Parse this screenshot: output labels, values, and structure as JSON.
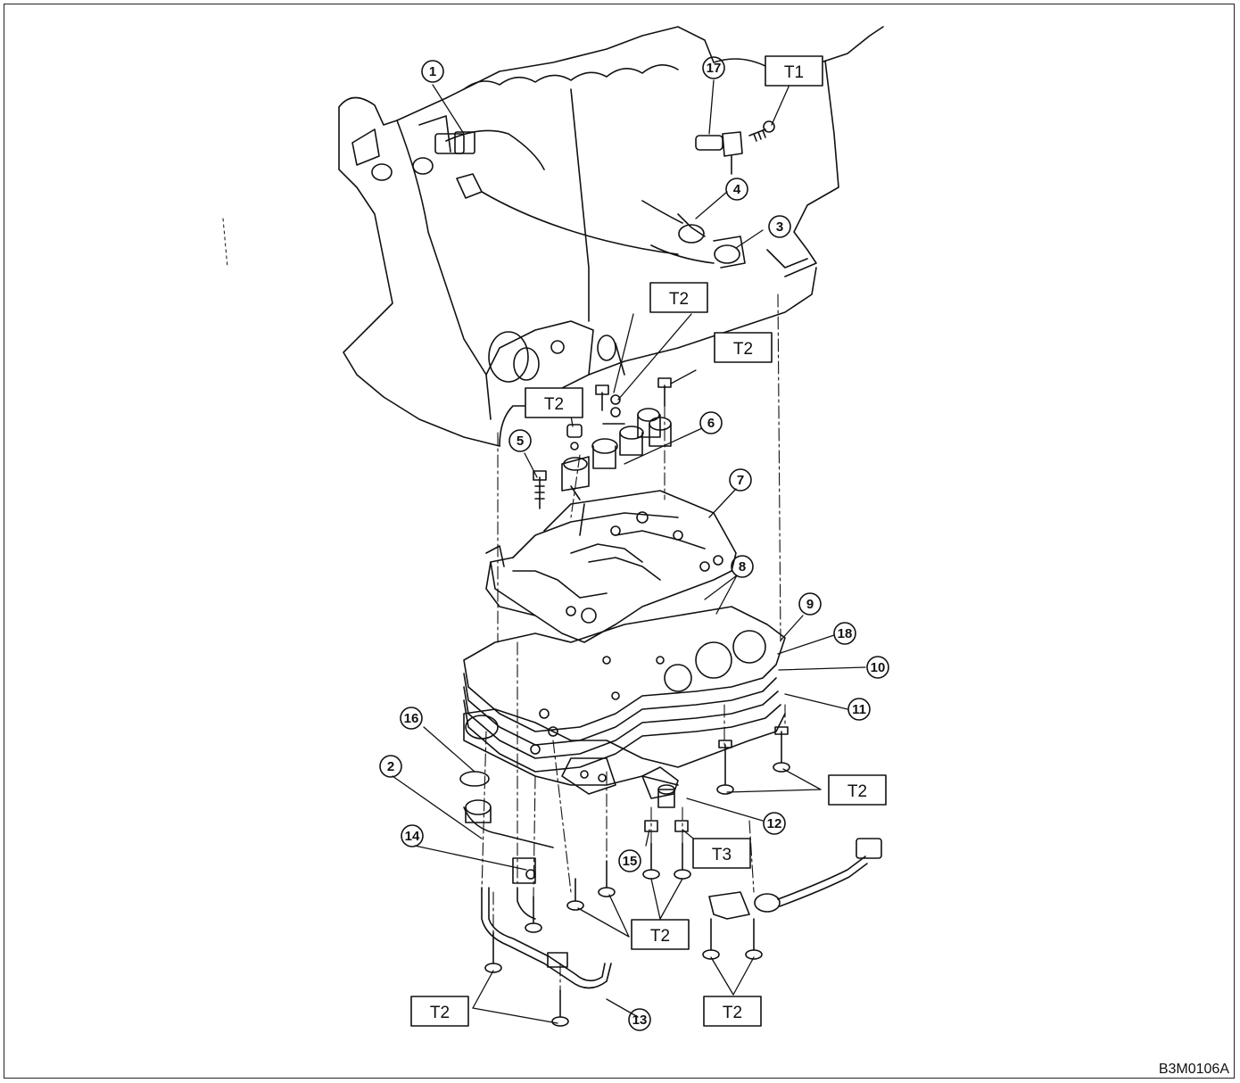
{
  "figure_id": "B3M0106A",
  "callouts": [
    "1",
    "2",
    "3",
    "4",
    "5",
    "6",
    "7",
    "8",
    "9",
    "10",
    "11",
    "12",
    "13",
    "14",
    "15",
    "16",
    "17",
    "18"
  ],
  "torque_labels": {
    "t1": "T1",
    "t2": "T2",
    "t3": "T3"
  },
  "colors": {
    "line": "#111111",
    "background": "#ffffff"
  }
}
